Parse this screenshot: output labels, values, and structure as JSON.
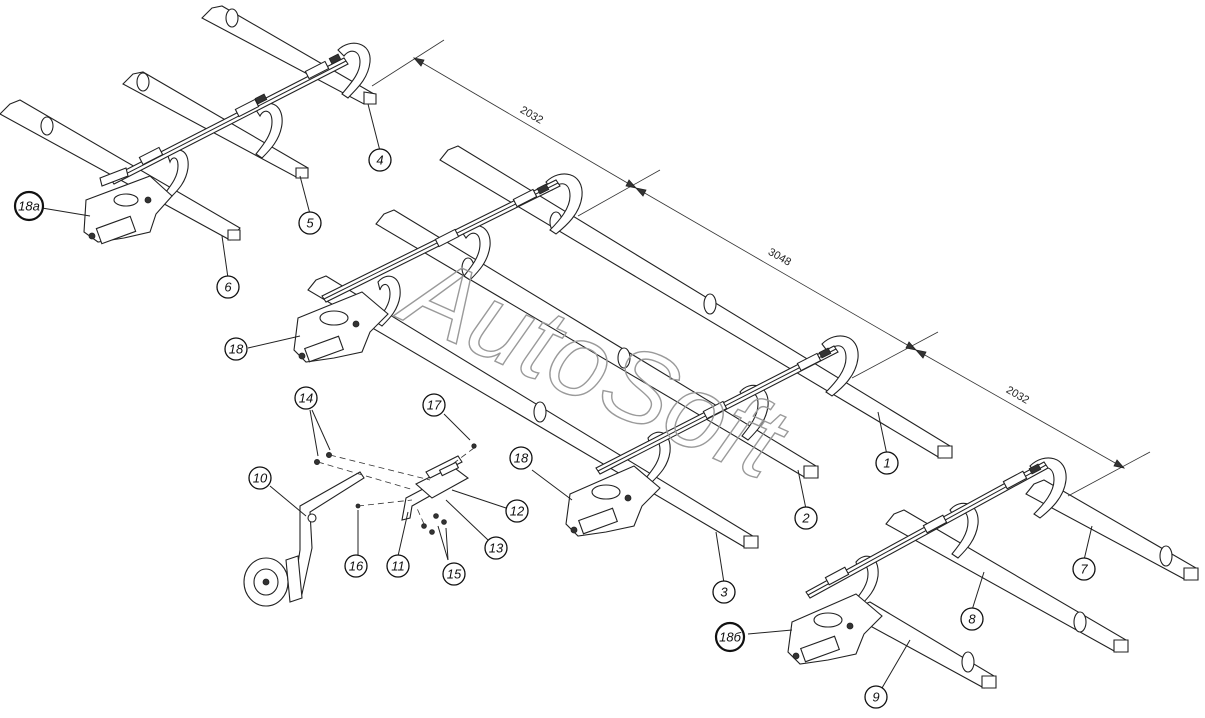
{
  "watermark": "AutoSoft",
  "dimensions": [
    "2032",
    "3048",
    "2032"
  ],
  "callouts": [
    "1",
    "2",
    "3",
    "4",
    "5",
    "6",
    "7",
    "8",
    "9",
    "10",
    "11",
    "12",
    "13",
    "14",
    "15",
    "16",
    "17",
    "18",
    "18a",
    "18",
    "18б"
  ]
}
